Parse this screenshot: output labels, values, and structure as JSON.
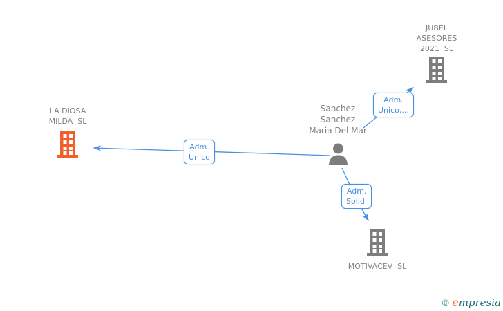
{
  "nodes": {
    "company_left": {
      "name_lines": [
        "LA DIOSA",
        "MILDA  SL"
      ],
      "type": "company",
      "icon": "building-icon",
      "highlighted": true
    },
    "company_top": {
      "name_lines": [
        "JUBEL",
        "ASESORES",
        "2021  SL"
      ],
      "type": "company",
      "icon": "building-icon",
      "highlighted": false
    },
    "person": {
      "name_lines": [
        "Sanchez",
        "Sanchez",
        "Maria Del Mar"
      ],
      "type": "person",
      "icon": "person-icon"
    },
    "company_bottom": {
      "name_lines": [
        "MOTIVACEV  SL"
      ],
      "type": "company",
      "icon": "building-icon",
      "highlighted": false
    }
  },
  "edges": [
    {
      "from": "person",
      "to": "company_left",
      "label": [
        "Adm.",
        "Unico"
      ]
    },
    {
      "from": "person",
      "to": "company_top",
      "label": [
        "Adm.",
        "Unico,..."
      ]
    },
    {
      "from": "person",
      "to": "company_bottom",
      "label": [
        "Adm.",
        "Solid."
      ]
    }
  ],
  "watermark": {
    "copyright_symbol": "©",
    "brand_first_letter": "e",
    "brand_rest": "mpresia"
  },
  "colors": {
    "node_text_gray": "#808080",
    "icon_gray": "#7d7d7d",
    "highlight_orange": "#f1602a",
    "edge_blue": "#4a90e2",
    "watermark_teal": "#1f6b77",
    "watermark_orange": "#ef7023"
  }
}
